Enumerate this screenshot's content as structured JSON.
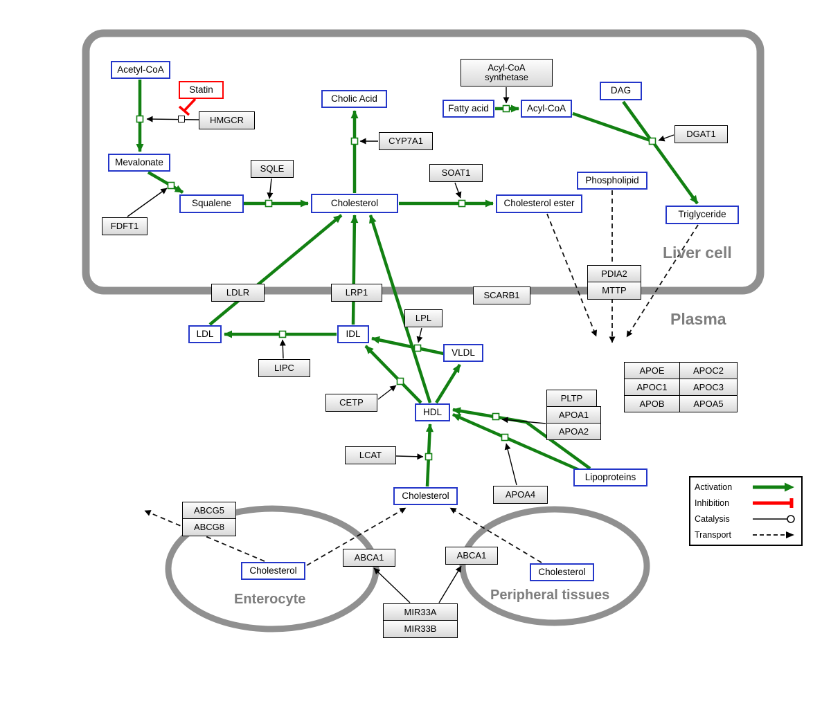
{
  "regions": {
    "liver_cell": "Liver cell",
    "plasma": "Plasma",
    "enterocyte": "Enterocyte",
    "peripheral_tissues": "Peripheral tissues"
  },
  "legend": {
    "activation": "Activation",
    "inhibition": "Inhibition",
    "catalysis": "Catalysis",
    "transport": "Transport"
  },
  "metabolites": {
    "acetyl_coa": "Acetyl-CoA",
    "mevalonate": "Mevalonate",
    "squalene": "Squalene",
    "cholesterol_liver": "Cholesterol",
    "cholic_acid": "Cholic Acid",
    "fatty_acid": "Fatty acid",
    "acyl_coa": "Acyl-CoA",
    "dag": "DAG",
    "cholesterol_ester": "Cholesterol ester",
    "phospholipid": "Phospholipid",
    "triglyceride": "Triglyceride",
    "ldl": "LDL",
    "idl": "IDL",
    "vldl": "VLDL",
    "hdl": "HDL",
    "lipoproteins": "Lipoproteins",
    "cholesterol_plasma": "Cholesterol",
    "cholesterol_enterocyte": "Cholesterol",
    "cholesterol_peripheral": "Cholesterol"
  },
  "drugs": {
    "statin": "Statin"
  },
  "genes": {
    "hmgcr": "HMGCR",
    "fdft1": "FDFT1",
    "sqle": "SQLE",
    "cyp7a1": "CYP7A1",
    "soat1": "SOAT1",
    "acyl_coa_synthetase": "Acyl-CoA synthetase",
    "dgat1": "DGAT1",
    "ldlr": "LDLR",
    "lrp1": "LRP1",
    "scarb1": "SCARB1",
    "pdia2": "PDIA2",
    "mttp": "MTTP",
    "lpl": "LPL",
    "lipc": "LIPC",
    "cetp": "CETP",
    "lcat": "LCAT",
    "pltp": "PLTP",
    "apoa1": "APOA1",
    "apoa2": "APOA2",
    "apoa4": "APOA4",
    "abcg5": "ABCG5",
    "abcg8": "ABCG8",
    "abca1": "ABCA1",
    "mir33a": "MIR33A",
    "mir33b": "MIR33B",
    "apoe": "APOE",
    "apoc1": "APOC1",
    "apob": "APOB",
    "apoc2": "APOC2",
    "apoc3": "APOC3",
    "apoa5": "APOA5"
  },
  "colors": {
    "metabolite_border": "#2436c9",
    "gene_border": "#000000",
    "drug_border": "#ff0000",
    "activation_green": "#128012",
    "inhibition_red": "#ff0000",
    "membrane_gray": "#909090",
    "region_label_gray": "#7e7e7e"
  }
}
